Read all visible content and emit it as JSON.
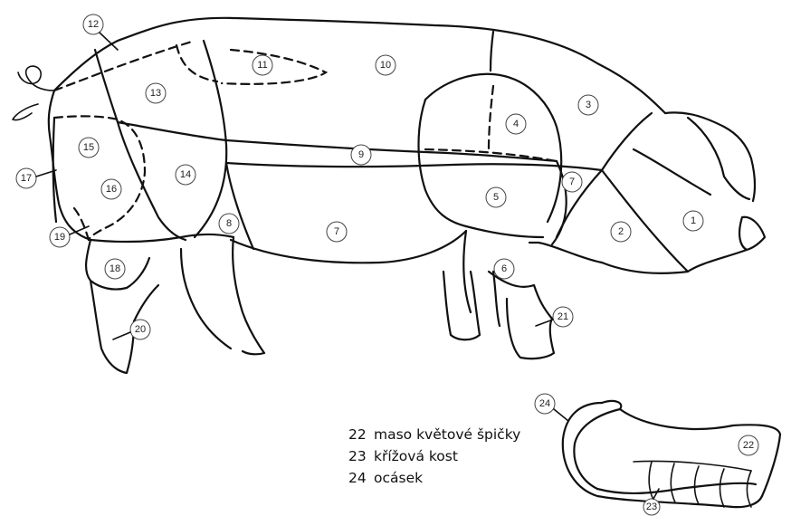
{
  "diagram": {
    "callouts": [
      "1",
      "2",
      "3",
      "4",
      "5",
      "6",
      "7",
      "7",
      "8",
      "9",
      "10",
      "11",
      "12",
      "13",
      "14",
      "15",
      "16",
      "17",
      "18",
      "19",
      "20",
      "21",
      "22",
      "23",
      "24"
    ]
  },
  "legend": [
    {
      "num": "22",
      "label": "maso květové špičky"
    },
    {
      "num": "23",
      "label": "křížová kost"
    },
    {
      "num": "24",
      "label": "ocásek"
    }
  ]
}
